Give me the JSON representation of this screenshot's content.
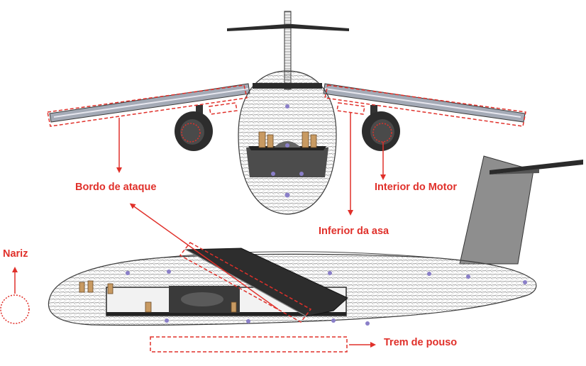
{
  "labels": {
    "leading_edge": "Bordo de ataque",
    "engine_interior": "Interior do Motor",
    "wing_underside": "Inferior da asa",
    "nose": "Nariz",
    "landing_gear": "Trem de pouso"
  },
  "colors": {
    "annotation": "#e0302a",
    "wing_fill": "#9ea4b0",
    "dark_panel": "#2a2a2a",
    "cargo_item": "#c89a62",
    "mesh": "#6f6f6f",
    "sensor": "#8a7fc9"
  }
}
